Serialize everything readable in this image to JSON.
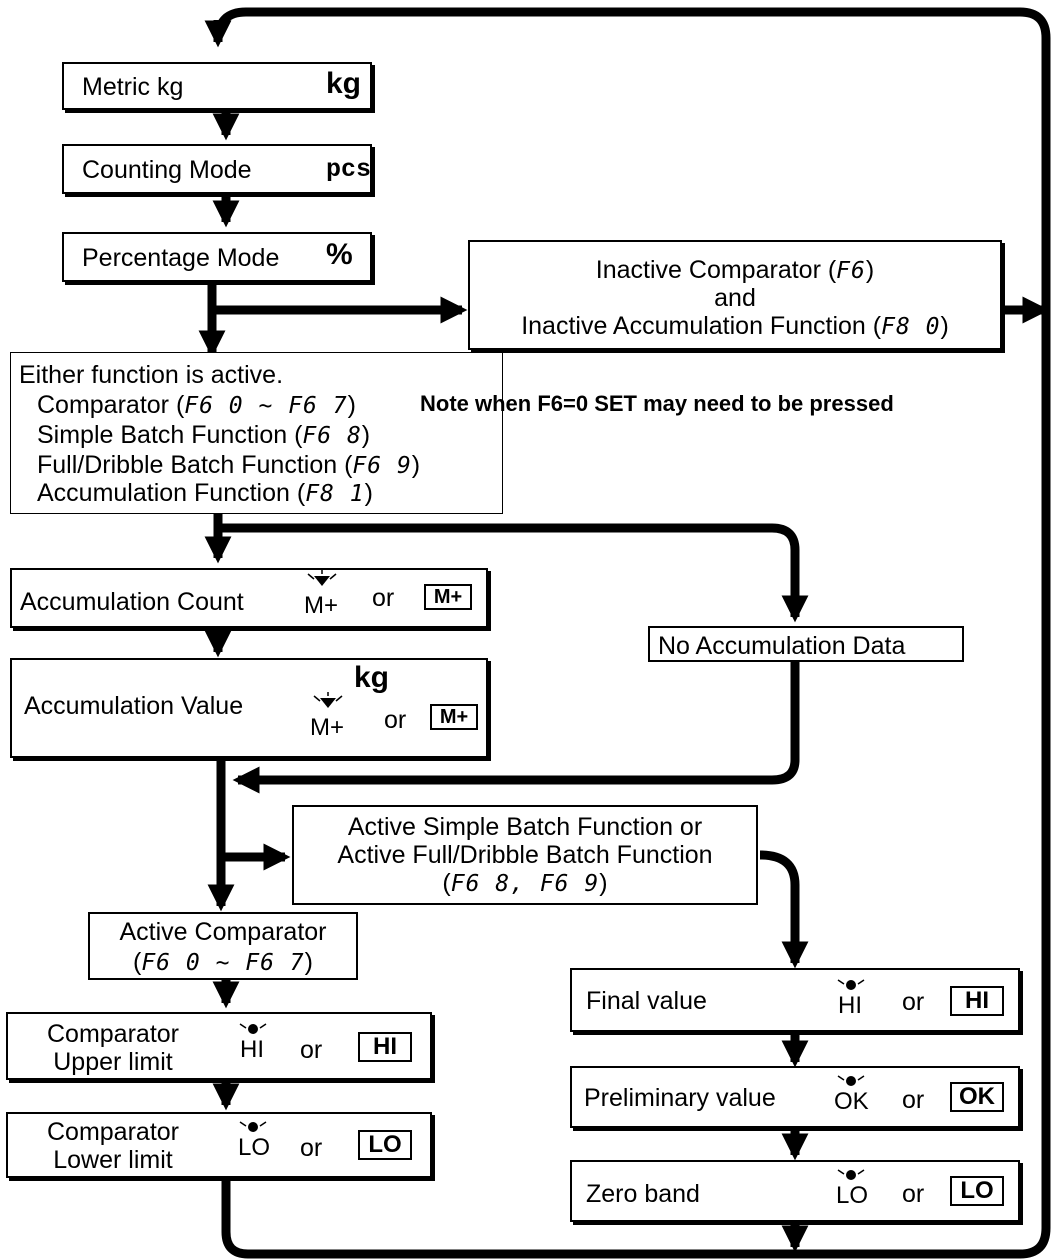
{
  "boxes": {
    "metric": {
      "label": "Metric kg",
      "unit": "kg"
    },
    "counting": {
      "label": "Counting Mode",
      "unit": "pcs"
    },
    "percentage": {
      "label": "Percentage Mode",
      "unit": "%"
    },
    "inactive": {
      "line1": "Inactive Comparator (",
      "line1_seg": "F6",
      "line1_end": ")",
      "line2": "and",
      "line3": "Inactive Accumulation Function (",
      "line3_seg": "F8 0",
      "line3_end": ")"
    },
    "either": {
      "title": "Either function is active.",
      "comparator": "Comparator (",
      "comparator_seg": "F6 0 ~ F6 7",
      "comparator_end": ")",
      "simple": "Simple Batch Function (",
      "simple_seg": "F6 8",
      "simple_end": ")",
      "full": "Full/Dribble Batch Function (",
      "full_seg": "F6 9",
      "full_end": ")",
      "accum": "Accumulation Function (",
      "accum_seg": "F8 1",
      "accum_end": ")"
    },
    "note": "Note when F6=0 SET may need to be pressed",
    "accum_count": {
      "label": "Accumulation Count",
      "or": "or",
      "ind": "M+",
      "lcd": "M+"
    },
    "accum_value": {
      "label": "Accumulation Value",
      "unit": "kg",
      "or": "or",
      "ind": "M+",
      "lcd": "M+"
    },
    "no_accum": "No Accumulation Data",
    "active_batch": {
      "line1": "Active Simple Batch Function  or",
      "line2": "Active Full/Dribble Batch Function",
      "line3_open": "(",
      "line3_seg": "F6 8, F6 9",
      "line3_close": ")"
    },
    "active_comp": {
      "line1": "Active Comparator",
      "line2_open": "(",
      "line2_seg": "F6 0 ~ F6 7",
      "line2_close": ")"
    },
    "upper": {
      "line1": "Comparator",
      "line2": "Upper limit",
      "ind": "HI",
      "or": "or",
      "lcd": "HI"
    },
    "lower": {
      "line1": "Comparator",
      "line2": "Lower limit",
      "ind": "LO",
      "or": "or",
      "lcd": "LO"
    },
    "final": {
      "label": "Final value",
      "ind": "HI",
      "or": "or",
      "lcd": "HI"
    },
    "prelim": {
      "label": "Preliminary value",
      "ind": "OK",
      "or": "or",
      "lcd": "OK"
    },
    "zero": {
      "label": "Zero band",
      "ind": "LO",
      "or": "or",
      "lcd": "LO"
    }
  }
}
